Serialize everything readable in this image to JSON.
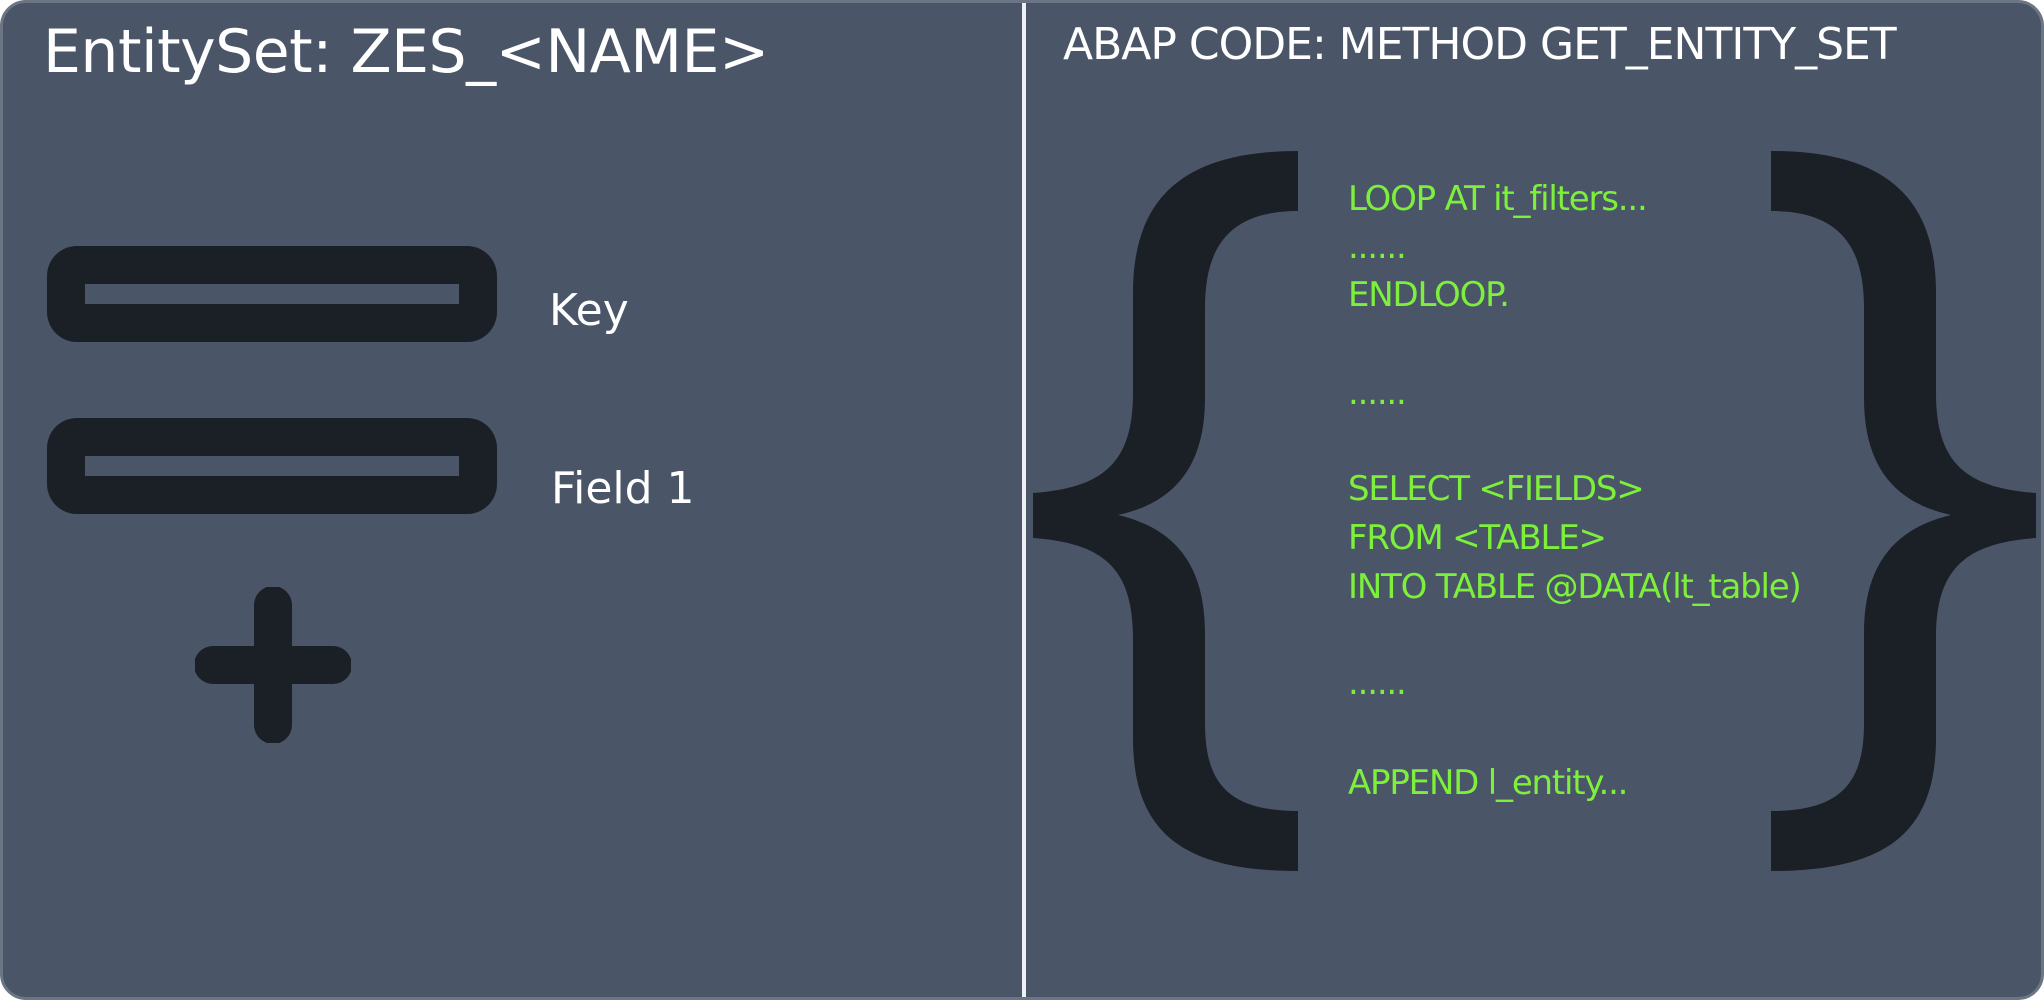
{
  "left_panel": {
    "title": "EntitySet: ZES_<NAME>",
    "fields": [
      {
        "label": "Key"
      },
      {
        "label": "Field 1"
      }
    ],
    "add_icon": "plus-icon"
  },
  "right_panel": {
    "title": "ABAP CODE:  METHOD GET_ENTITY_SET",
    "code_lines": [
      "LOOP AT it_filters...",
      "......",
      "ENDLOOP.",
      "......",
      "SELECT <FIELDS>",
      "FROM <TABLE>",
      "INTO TABLE @DATA(lt_table)",
      "......",
      "APPEND l_entity..."
    ],
    "brace_icons": [
      "open-brace-icon",
      "close-brace-icon"
    ]
  },
  "colors": {
    "background": "#4a5668",
    "dark_shape": "#1b1f26",
    "text": "#ffffff",
    "code_text": "#7cf03a",
    "divider": "#eef0f3"
  }
}
